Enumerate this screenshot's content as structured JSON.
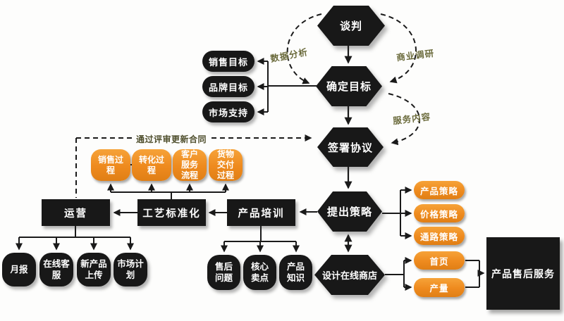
{
  "diagram": {
    "hexagons": {
      "negotiation": "谈判",
      "set_goals": "确定目标",
      "sign_agreement": "签署协议",
      "propose_strategy": "提出策略",
      "design_online_store": "设计在线商店"
    },
    "goal_pills": [
      "销售目标",
      "品牌目标",
      "市场支持"
    ],
    "process_pills": [
      "销售过程",
      "转化过程",
      "客户服务流程",
      "货物交付过程"
    ],
    "ops_row": [
      "运营",
      "工艺标准化",
      "产品培训"
    ],
    "ops_children": [
      "月报",
      "在线客服",
      "新产品上传",
      "市场计划"
    ],
    "training_children": [
      "售后问题",
      "核心卖点",
      "产品知识"
    ],
    "strategy_pills": [
      "产品策略",
      "价格策略",
      "通路策略"
    ],
    "store_pills": [
      "首页",
      "产量"
    ],
    "service_box": "产品售后服务",
    "annotations": {
      "data_analysis": "数据分析",
      "business_research": "商业调研",
      "service_content": "服务内容",
      "contract_update": "通过评审更新合同"
    },
    "colors": {
      "orange": "#ee8a1e",
      "black": "#181818",
      "annotation_olive": "#6b6b3c",
      "line": "#1a1a1a"
    }
  }
}
